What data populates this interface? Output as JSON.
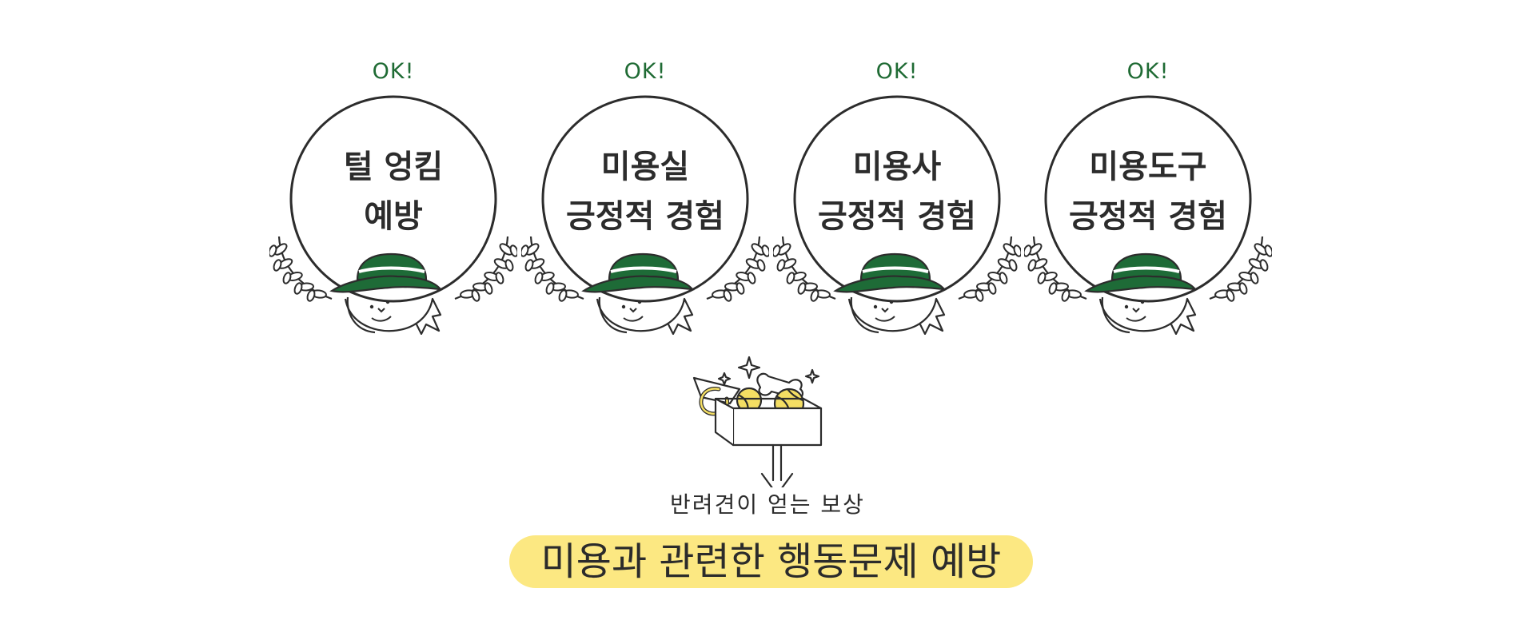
{
  "colors": {
    "ok_green": "#1f6b34",
    "hat_green": "#1e6b37",
    "outline": "#2c2c2c",
    "highlight_yellow": "#fce882",
    "ball_yellow": "#f4de63"
  },
  "badges": [
    {
      "ok": "OK!",
      "line1": "털 엉킴",
      "line2": "예방"
    },
    {
      "ok": "OK!",
      "line1": "미용실",
      "line2": "긍정적 경험"
    },
    {
      "ok": "OK!",
      "line1": "미용사",
      "line2": "긍정적 경험"
    },
    {
      "ok": "OK!",
      "line1": "미용도구",
      "line2": "긍정적 경험"
    }
  ],
  "reward": {
    "icon": "toy-box-icon",
    "caption": "반려견이 얻는 보상"
  },
  "summary": "미용과 관련한 행동문제 예방"
}
